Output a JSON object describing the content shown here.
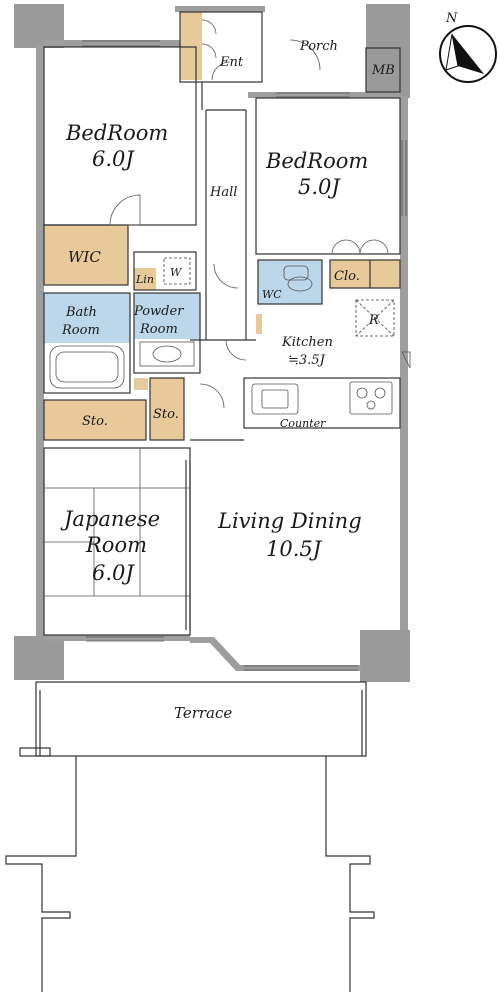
{
  "colors": {
    "wall": "#9e9e9e",
    "storage": "#e8c99a",
    "wet_area": "#bcd7ea",
    "floor": "#ffffff",
    "outline": "#333333"
  },
  "compass": {
    "north_label": "N",
    "icon": "north-arrow-icon"
  },
  "rooms": {
    "bedroom1": {
      "name": "BedRoom",
      "size": "6.0J"
    },
    "bedroom2": {
      "name": "BedRoom",
      "size": "5.0J"
    },
    "wic": {
      "name": "WIC"
    },
    "entrance": {
      "name": "Ent"
    },
    "porch": {
      "name": "Porch"
    },
    "mb": {
      "name": "MB"
    },
    "hall": {
      "name": "Hall"
    },
    "linen": {
      "name": "Lin"
    },
    "washer": {
      "name": "W"
    },
    "bath": {
      "name_line1": "Bath",
      "name_line2": "Room"
    },
    "powder": {
      "name_line1": "Powder",
      "name_line2": "Room"
    },
    "wc": {
      "name": "WC"
    },
    "closet": {
      "name": "Clo."
    },
    "refrigerator": {
      "name": "R"
    },
    "kitchen": {
      "name": "Kitchen",
      "size": "≒3.5J"
    },
    "counter": {
      "name": "Counter"
    },
    "storage1": {
      "name": "Sto."
    },
    "storage2": {
      "name": "Sto."
    },
    "japanese": {
      "name_line1": "Japanese",
      "name_line2": "Room",
      "size": "6.0J"
    },
    "living": {
      "name": "Living Dining",
      "size": "10.5J"
    },
    "terrace": {
      "name": "Terrace"
    }
  }
}
